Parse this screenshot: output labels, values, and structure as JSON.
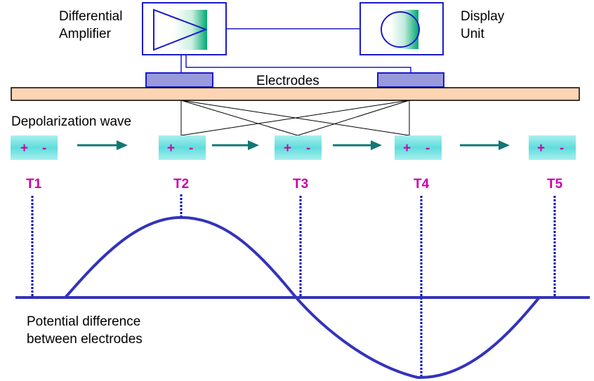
{
  "labels": {
    "amplifier_line1": "Differential",
    "amplifier_line2": "Amplifier",
    "display_line1": "Display",
    "display_line2": "Unit",
    "electrodes": "Electrodes",
    "wave": "Depolarization wave",
    "potential_line1": "Potential difference",
    "potential_line2": "between electrodes"
  },
  "cells": [
    {
      "plus": "+",
      "minus": "-"
    },
    {
      "plus": "+",
      "minus": "-"
    },
    {
      "plus": "+",
      "minus": "-"
    },
    {
      "plus": "+",
      "minus": "-"
    },
    {
      "plus": "+",
      "minus": "-"
    }
  ],
  "time_labels": [
    "T1",
    "T2",
    "T3",
    "T4",
    "T5"
  ],
  "colors": {
    "box_border": "#1a1acc",
    "amp_gradient_start": "#ffffff",
    "amp_gradient_end": "#00a870",
    "strip_fill": "#fdd5b4",
    "electrode_fill": "#9999dd",
    "cell_fill": "#66dede",
    "cell_plus_minus": "#cc00aa",
    "arrow": "#117777",
    "time_label": "#cc00aa",
    "wave": "#3333bb",
    "dotted": "#0000cc"
  }
}
